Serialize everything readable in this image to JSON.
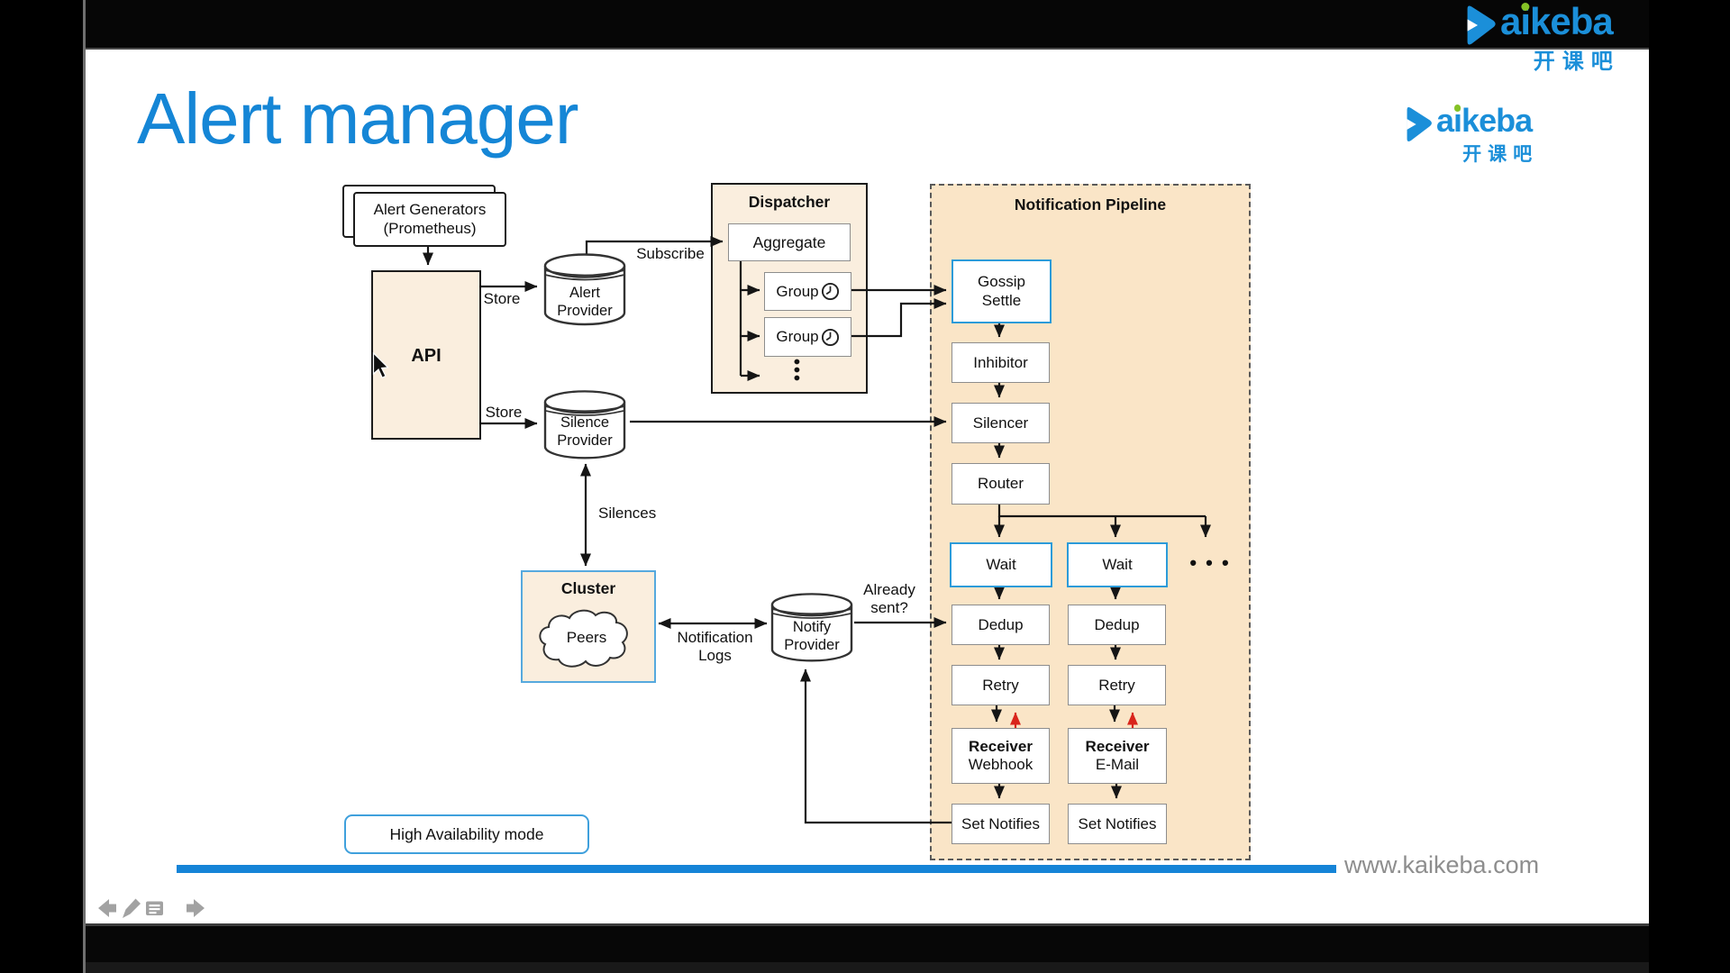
{
  "slide": {
    "title": "Alert manager",
    "footer_url": "www.kaikeba.com"
  },
  "logo": {
    "tail_pre": "a",
    "tail_i": "i",
    "tail_post": "keba",
    "cn": "开课吧"
  },
  "nav": {
    "icons": [
      "prev-arrow",
      "pencil-annotate",
      "notes",
      "next-arrow"
    ]
  },
  "diagram": {
    "alert_generators": {
      "line1": "Alert Generators",
      "line2": "(Prometheus)"
    },
    "api_label": "API",
    "alert_provider": {
      "line1": "Alert",
      "line2": "Provider"
    },
    "silence_provider": {
      "line1": "Silence",
      "line2": "Provider"
    },
    "notify_provider": {
      "line1": "Notify",
      "line2": "Provider"
    },
    "labels": {
      "store_top": "Store",
      "store_bottom": "Store",
      "subscribe": "Subscribe",
      "silences": "Silences",
      "notification_logs_line1": "Notification",
      "notification_logs_line2": "Logs",
      "already_sent_line1": "Already",
      "already_sent_line2": "sent?"
    },
    "dispatcher": {
      "title": "Dispatcher",
      "aggregate": "Aggregate",
      "group_top": "Group",
      "group_bottom": "Group",
      "more": "•••"
    },
    "pipeline": {
      "title": "Notification Pipeline",
      "gossip_line1": "Gossip",
      "gossip_line2": "Settle",
      "inhibitor": "Inhibitor",
      "silencer": "Silencer",
      "router": "Router",
      "wait_left": "Wait",
      "wait_right": "Wait",
      "more": "• • •",
      "dedup_left": "Dedup",
      "dedup_right": "Dedup",
      "retry_left": "Retry",
      "retry_right": "Retry",
      "receiver_left_line1": "Receiver",
      "receiver_left_line2": "Webhook",
      "receiver_right_line1": "Receiver",
      "receiver_right_line2": "E-Mail",
      "set_notifies_left": "Set Notifies",
      "set_notifies_right": "Set Notifies"
    },
    "cluster": {
      "title": "Cluster",
      "peers": "Peers"
    },
    "ha_mode": "High Availability mode"
  }
}
